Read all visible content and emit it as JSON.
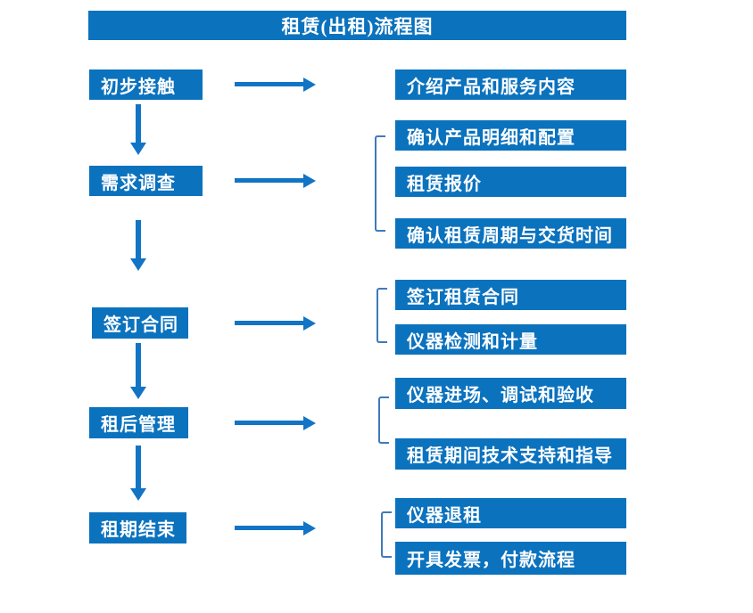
{
  "title": "租赁(出租)流程图",
  "colors": {
    "box_fill": "#0b72be",
    "arrow": "#1274c5",
    "bracket": "#3f7ab9",
    "text_on_blue": "#ffffff",
    "page_bg": "#ffffff"
  },
  "steps": [
    {
      "label": "初步接触",
      "details": [
        "介绍产品和服务内容"
      ]
    },
    {
      "label": "需求调查",
      "details": [
        "确认产品明细和配置",
        "租赁报价",
        "确认租赁周期与交货时间"
      ]
    },
    {
      "label": "签订合同",
      "details": [
        "签订租赁合同",
        "仪器检测和计量"
      ]
    },
    {
      "label": "租后管理",
      "details": [
        "仪器进场、调试和验收",
        "租赁期间技术支持和指导"
      ]
    },
    {
      "label": "租期结束",
      "details": [
        "仪器退租",
        "开具发票，付款流程"
      ]
    }
  ]
}
